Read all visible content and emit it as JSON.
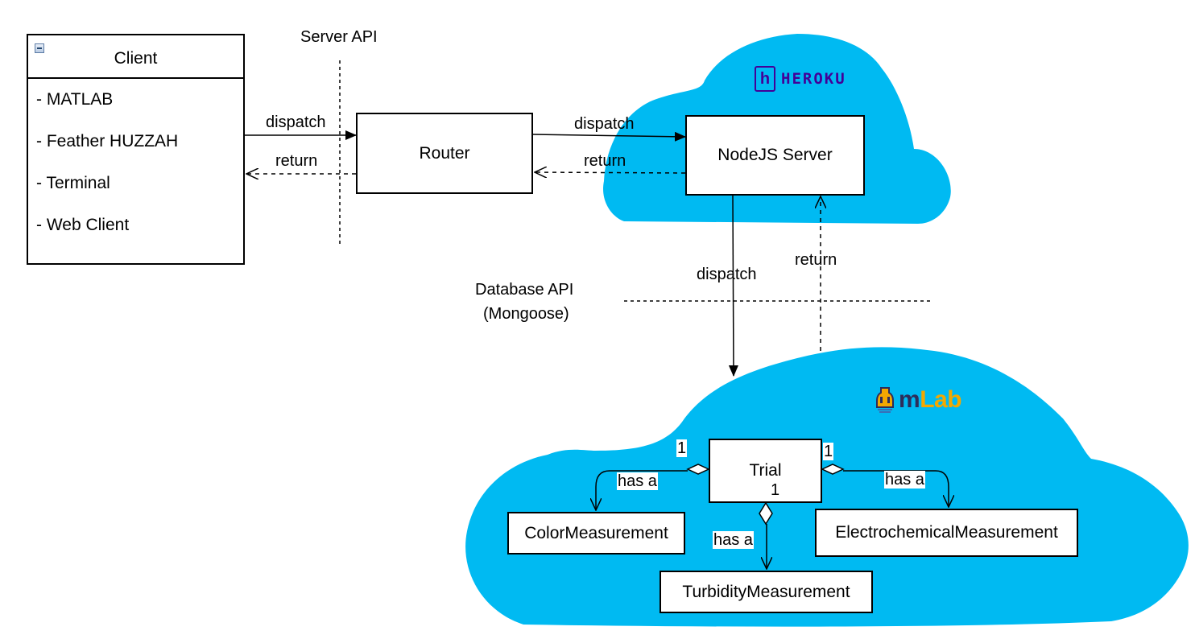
{
  "client": {
    "title": "Client",
    "items": [
      "- MATLAB",
      "- Feather HUZZAH",
      "- Terminal",
      "- Web Client"
    ]
  },
  "server_api_label": "Server API",
  "database_api_label": [
    "Database API",
    "(Mongoose)"
  ],
  "router_label": "Router",
  "node_server_label": "NodeJS Server",
  "heroku_logo_text": "HEROKU",
  "mlab_logo_text": {
    "m": "m",
    "lab": "Lab"
  },
  "edge_labels": {
    "client_router_dispatch": "dispatch",
    "client_router_return": "return",
    "router_node_dispatch": "dispatch",
    "router_node_return": "return",
    "node_db_dispatch": "dispatch",
    "node_db_return": "return"
  },
  "trial": {
    "label": "Trial",
    "children": [
      "ColorMeasurement",
      "TurbidityMeasurement",
      "ElectrochemicalMeasurement"
    ],
    "relation_label": "has a",
    "multiplicity": "1"
  },
  "colors": {
    "cloud": "#00baf2",
    "heroku": "#430098",
    "mlab_m": "#2d2d5a",
    "mlab_lab": "#f3a800"
  }
}
